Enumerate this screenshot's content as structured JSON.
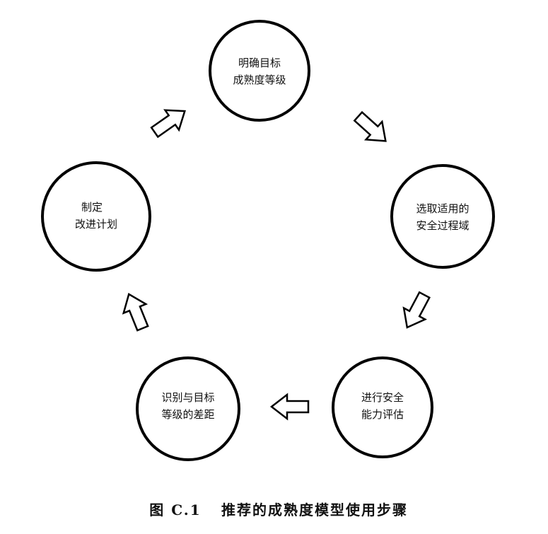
{
  "nodes": [
    {
      "line1": "明确目标",
      "line2": "成熟度等级"
    },
    {
      "line1": "选取适用的",
      "line2": "安全过程域"
    },
    {
      "line1": "进行安全",
      "line2": "能力评估"
    },
    {
      "line1": "识别与目标",
      "line2": "等级的差距"
    },
    {
      "line1": "制定",
      "line2": "改进计划"
    }
  ],
  "caption": {
    "number": "图 C.1",
    "title": "推荐的成熟度模型使用步骤"
  }
}
